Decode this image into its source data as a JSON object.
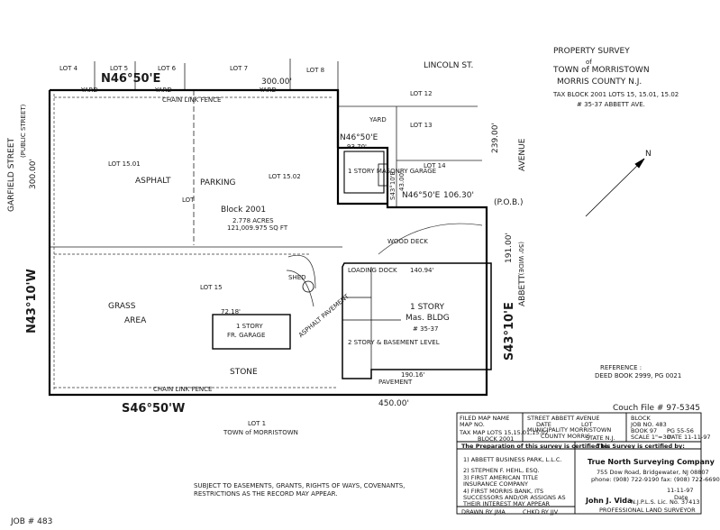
{
  "title": {
    "line1": "PROPERTY SURVEY",
    "line2": "of",
    "line3": "TOWN of MORRISTOWN",
    "line4": "MORRIS COUNTY  N.J.",
    "line5": "TAX BLOCK 2001  LOTS 15, 15.01, 15.02",
    "line6": "# 35-37 ABBETT AVE."
  },
  "streets": {
    "lincoln": "LINCOLN ST.",
    "garfield": "GARFIELD STREET",
    "garfield_sub": "(PUBLIC STREET)",
    "abbett_top": "AVENUE",
    "abbett_bottom": "ABBETT",
    "abbett_sub": "(50' WIDE)"
  },
  "bearings": {
    "top": "N46°50'E",
    "top_dist": "300.00'",
    "left_top": "300.00'",
    "left_bearing": "N43°10'W",
    "bottom": "S46°50'W",
    "bottom_dist": "450.00'",
    "right_top": "239.00'",
    "right_bottom": "191.00'",
    "right_bearing": "S43°10'E",
    "inner_top": "N46°50'E",
    "inner_top_dist": "93.70'",
    "inner_mid": "N46°50'E",
    "inner_mid_dist": "106.30'",
    "inner_vert": "S43°10'E",
    "inner_vert_dist": "43.00'"
  },
  "lots": {
    "lot4": "LOT 4",
    "lot5": "LOT 5",
    "lot6": "LOT 6",
    "lot7": "LOT 7",
    "lot8": "LOT 8",
    "lot12": "LOT 12",
    "lot13": "LOT 13",
    "lot14": "LOT 14",
    "lot1501": "LOT 15.01",
    "lot1502": "LOT 15.02",
    "lot15": "LOT 15",
    "lot": "LOT",
    "lot1": "LOT 1",
    "town": "TOWN of MORRISTOWN"
  },
  "labels": {
    "yard": "YARD",
    "asphalt": "ASPHALT",
    "parking": "PARKING",
    "block": "Block 2001",
    "acres": "2.778 ACRES",
    "sqft": "121,009.975 SQ FT",
    "grass": "GRASS",
    "area": "AREA",
    "garage_line1": "1 STORY",
    "garage_line2": "FR. GARAGE",
    "stone": "STONE",
    "asphalt_pavement": "ASPHALT PAVEMENT",
    "bldg_line1": "1 STORY",
    "bldg_line2": "Mas. BLDG",
    "bldg_number": "# 35-37",
    "pavement": "PAVEMENT",
    "chain_fence": "CHAIN LINK FENCE",
    "pob": "(P.O.B.)",
    "shed": "SHED",
    "masonry_garage": "1 STORY MASONRY GARAGE",
    "wood_deck": "WOOD DECK",
    "loading_dock": "LOADING DOCK",
    "bmt_note": "2 STORY & BASEMENT LEVEL",
    "front_dist": "190.16'",
    "bldg_dist": "140.94'",
    "garage_dist": "72.18'"
  },
  "north": "N",
  "reference": {
    "label": "REFERENCE :",
    "value": "DEED BOOK 2999, PG 0021"
  },
  "couch_file": "Couch File # 97-5345",
  "subject_note": "SUBJECT TO EASEMENTS, GRANTS, RIGHTS OF WAYS, COVENANTS, RESTRICTIONS AS THE RECORD MAY APPEAR.",
  "job": "JOB # 483",
  "title_block": {
    "filed_map": "FILED MAP NAME",
    "map_no": "MAP NO.",
    "date": "DATE",
    "lot": "LOT",
    "block": "BLOCK",
    "tax_map_lots": "TAX MAP LOTS 15,15.01,15.02",
    "street": "STREET  ABBETT AVENUE",
    "municipality": "MUNICIPALITY  MORRISTOWN",
    "county": "COUNTY  MORRIS",
    "state": "STATE  N.J.",
    "block_no": "BLOCK  2001",
    "job_no": "JOB NO. 483",
    "book": "BOOK 97",
    "pg": "PG 55-56",
    "scale": "SCALE 1\"=30'",
    "date_val": "DATE 11-11-97",
    "prepared_for": "The Preparation of this survey is certified to:",
    "certified_by": "This Survey is certified by:",
    "cert1": "1) ABBETT BUSINESS PARK, L.L.C.",
    "cert2": "2) STEPHEN F. HEHL, ESQ.",
    "cert3": "3) FIRST AMERICAN TITLE INSURANCE COMPANY",
    "cert4": "4) FIRST MORRIS BANK, ITS SUCCESSORS AND/OR ASSIGNS AS THEIR INTEREST MAY APPEAR",
    "company": "True North Surveying Company",
    "address": "755 Dow Road, Bridgewater, NJ 08807",
    "phone": "phone: (908) 722-9190   fax: (908) 722-6690",
    "surveyor": "John J. Vida",
    "license": "N.J.P.L.S. Lic. No. 37413",
    "prof": "PROFESSIONAL LAND SURVEYOR",
    "date_label": "Date",
    "sign_date": "11-11-97",
    "drawn_by": "DRAWN BY  JMA",
    "chkd_by": "CHKD BY  JJV"
  }
}
